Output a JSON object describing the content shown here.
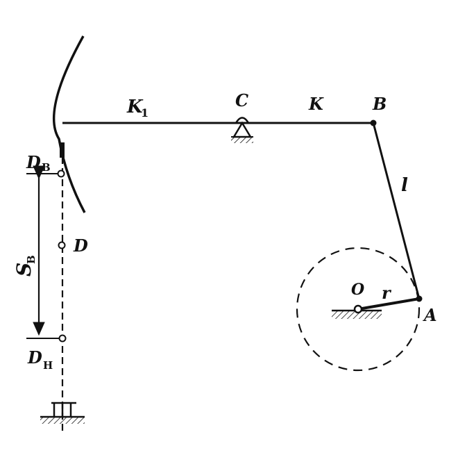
{
  "labels": {
    "k1": "K",
    "k1_sub": "1",
    "c": "C",
    "k": "K",
    "b": "B",
    "l": "l",
    "o": "O",
    "r": "r",
    "a": "A",
    "d": "D",
    "db": "D",
    "db_sub": "В",
    "dh": "D",
    "dh_sub": "Н",
    "sb": "S",
    "sb_sub": "В"
  },
  "colors": {
    "ink": "#111111",
    "background": "#ffffff"
  }
}
